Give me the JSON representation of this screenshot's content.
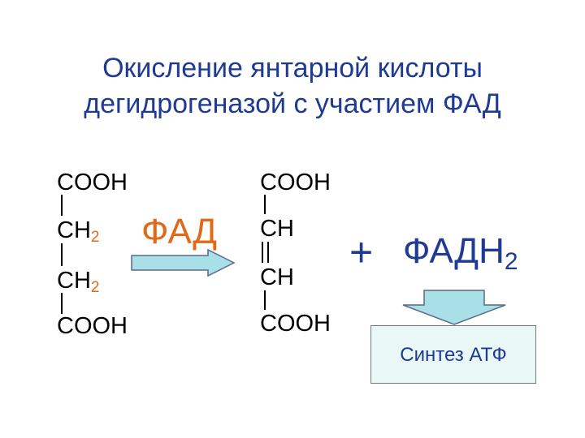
{
  "title_line1": "Окисление янтарной кислоты",
  "title_line2": "дегидрогеназой с участием ФАД",
  "left_molecule": {
    "top": "COOH",
    "ch2_1": "CH",
    "ch2_2": "CH",
    "subscript": "2",
    "bottom": "COOH"
  },
  "right_molecule": {
    "top": "COOH",
    "ch_1": "CH",
    "ch_2": "CH",
    "bottom": "COOH"
  },
  "cofactor": "ФАД",
  "plus": "+",
  "product": {
    "label": "ФАДН",
    "subscript": "2"
  },
  "atp_box": {
    "label": "Синтез АТФ"
  },
  "colors": {
    "title": "#1f3a93",
    "orange": "#e0691a",
    "arrow_fill": "#a9dfe6",
    "box_fill": "#eaf7f7"
  }
}
